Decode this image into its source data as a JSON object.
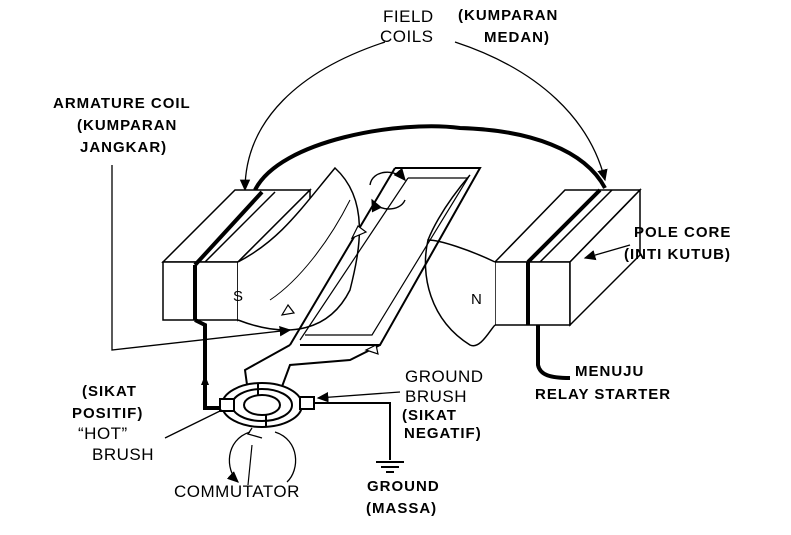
{
  "labels": {
    "field_coils_line1": "FIELD",
    "field_coils_line2": "COILS",
    "kumparan_medan_line1": "(KUMPARAN",
    "kumparan_medan_line2": "MEDAN)",
    "armature_line1": "ARMATURE COIL",
    "armature_line2": "(KUMPARAN",
    "armature_line3": "JANGKAR)",
    "pole_core_line1": "POLE CORE",
    "pole_core_line2": "(INTI KUTUB)",
    "pole_s": "S",
    "pole_n": "N",
    "ground_brush_line1": "GROUND",
    "ground_brush_line2": "BRUSH",
    "sikat_negatif_line1": "(SIKAT",
    "sikat_negatif_line2": "NEGATIF)",
    "menuju_line1": "MENUJU",
    "menuju_line2": "RELAY STARTER",
    "sikat_positif_line1": "(SIKAT",
    "sikat_positif_line2": "POSITIF)",
    "hot_brush_line1": "“HOT”",
    "hot_brush_line2": "BRUSH",
    "commutator": "COMMUTATOR",
    "ground_massa_line1": "GROUND",
    "ground_massa_line2": "(MASSA)"
  }
}
